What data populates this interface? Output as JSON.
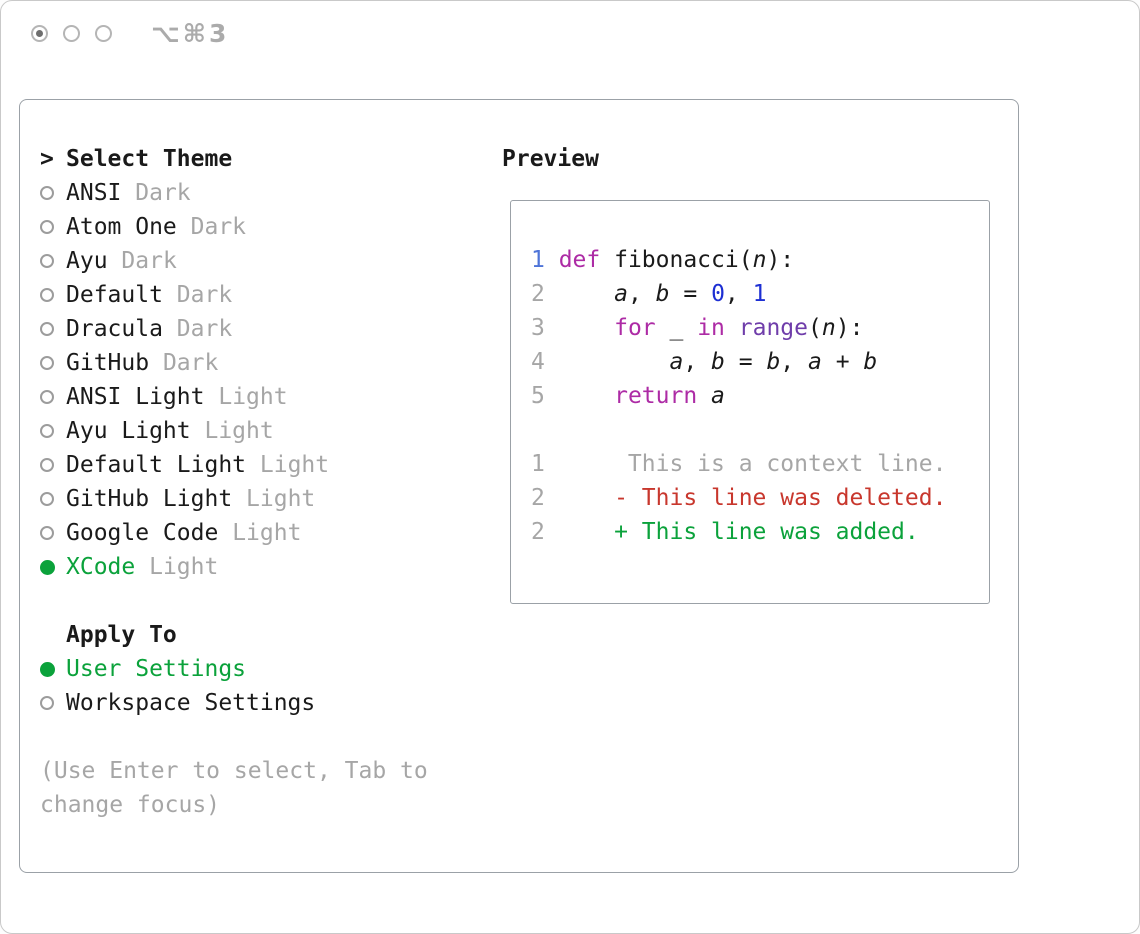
{
  "window": {
    "shortcut": "⌥⌘3"
  },
  "colors": {
    "green": "#0ba23b",
    "red": "#c8372d",
    "keyword": "#ad2ba5",
    "number_literal": "#1d2fd3",
    "type": "#6f3daa",
    "gray": "#a6a6a6",
    "line1": "#4e74d8"
  },
  "theme_picker": {
    "title_marker": ">",
    "title": "Select Theme",
    "themes": [
      {
        "name": "ANSI",
        "variant": "Dark",
        "selected": false
      },
      {
        "name": "Atom One",
        "variant": "Dark",
        "selected": false
      },
      {
        "name": "Ayu",
        "variant": "Dark",
        "selected": false
      },
      {
        "name": "Default",
        "variant": "Dark",
        "selected": false
      },
      {
        "name": "Dracula",
        "variant": "Dark",
        "selected": false
      },
      {
        "name": "GitHub",
        "variant": "Dark",
        "selected": false
      },
      {
        "name": "ANSI Light",
        "variant": "Light",
        "selected": false
      },
      {
        "name": "Ayu Light",
        "variant": "Light",
        "selected": false
      },
      {
        "name": "Default Light",
        "variant": "Light",
        "selected": false
      },
      {
        "name": "GitHub Light",
        "variant": "Light",
        "selected": false
      },
      {
        "name": "Google Code",
        "variant": "Light",
        "selected": false
      },
      {
        "name": "XCode",
        "variant": "Light",
        "selected": true
      }
    ],
    "apply_to": {
      "title": "Apply To",
      "options": [
        {
          "label": "User Settings",
          "selected": true
        },
        {
          "label": "Workspace Settings",
          "selected": false
        }
      ]
    },
    "hint": "(Use Enter to select, Tab to change focus)"
  },
  "preview": {
    "title": "Preview",
    "code_lines": [
      {
        "num": "1",
        "num_color": "blue",
        "tokens": [
          [
            "pl",
            " "
          ],
          [
            "kw",
            "def"
          ],
          [
            "pl",
            " fibonacci("
          ],
          [
            "var",
            "n"
          ],
          [
            "pl",
            "):"
          ]
        ]
      },
      {
        "num": "2",
        "num_color": "gray",
        "tokens": [
          [
            "pl",
            "     "
          ],
          [
            "var",
            "a"
          ],
          [
            "pl",
            ", "
          ],
          [
            "var",
            "b"
          ],
          [
            "pl",
            " = "
          ],
          [
            "nm",
            "0"
          ],
          [
            "pl",
            ", "
          ],
          [
            "nm",
            "1"
          ]
        ]
      },
      {
        "num": "3",
        "num_color": "gray",
        "tokens": [
          [
            "pl",
            "     "
          ],
          [
            "kw",
            "for"
          ],
          [
            "pl",
            " _ "
          ],
          [
            "kw",
            "in"
          ],
          [
            "pl",
            " "
          ],
          [
            "ty",
            "range"
          ],
          [
            "pl",
            "("
          ],
          [
            "var",
            "n"
          ],
          [
            "pl",
            "):"
          ]
        ]
      },
      {
        "num": "4",
        "num_color": "gray",
        "tokens": [
          [
            "pl",
            "         "
          ],
          [
            "var",
            "a"
          ],
          [
            "pl",
            ", "
          ],
          [
            "var",
            "b"
          ],
          [
            "pl",
            " = "
          ],
          [
            "var",
            "b"
          ],
          [
            "pl",
            ", "
          ],
          [
            "var",
            "a"
          ],
          [
            "pl",
            " + "
          ],
          [
            "var",
            "b"
          ]
        ]
      },
      {
        "num": "5",
        "num_color": "gray",
        "tokens": [
          [
            "pl",
            "     "
          ],
          [
            "kw",
            "return"
          ],
          [
            "pl",
            " "
          ],
          [
            "var",
            "a"
          ]
        ]
      },
      {
        "num": "",
        "num_color": "gray",
        "tokens": []
      },
      {
        "num": "1",
        "num_color": "gray",
        "tokens": [
          [
            "ctx",
            "      This is a context line."
          ]
        ]
      },
      {
        "num": "2",
        "num_color": "gray",
        "tokens": [
          [
            "del",
            "     - This line was deleted."
          ]
        ]
      },
      {
        "num": "2",
        "num_color": "gray",
        "tokens": [
          [
            "add",
            "     + This line was added."
          ]
        ]
      }
    ]
  }
}
